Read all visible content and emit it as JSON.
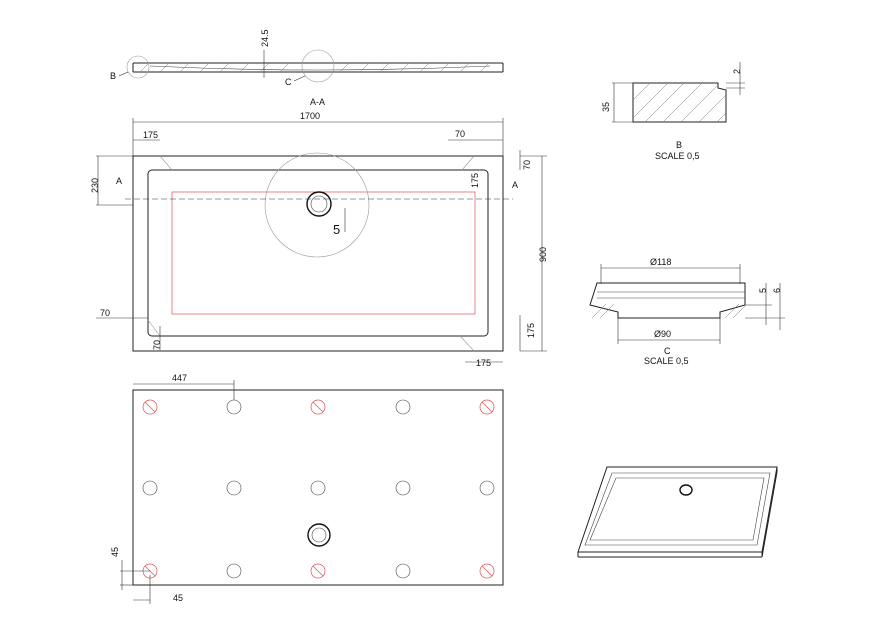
{
  "labels": {
    "section_title": "A-A",
    "detail_b_letter": "B",
    "detail_b_scale": "SCALE 0,5",
    "detail_c_letter": "C",
    "detail_c_scale": "SCALE 0,5",
    "callout_b": "B",
    "callout_c": "C",
    "cut_a_left": "A",
    "cut_a_right": "A"
  },
  "dimensions": {
    "section_thickness": "24.5",
    "top_length": "1700",
    "top_left_offset": "175",
    "top_right_offset": "70",
    "right_top_offset": "70",
    "right_height": "900",
    "right_bottom_offset": "175",
    "bottom_right_offset": "175",
    "left_drain_offset": "230",
    "left_rim": "70",
    "bottom_left_rim": "70",
    "inner_right_175": "175",
    "drain_number": "5",
    "detail_b_height": "35",
    "detail_b_step": "2",
    "detail_c_outer_dia": "Ø118",
    "detail_c_inner_dia": "Ø90",
    "detail_c_depth_5": "5",
    "detail_c_depth_6": "6",
    "bottom_spacing": "447",
    "bottom_margin_v": "45",
    "bottom_margin_h": "45"
  }
}
